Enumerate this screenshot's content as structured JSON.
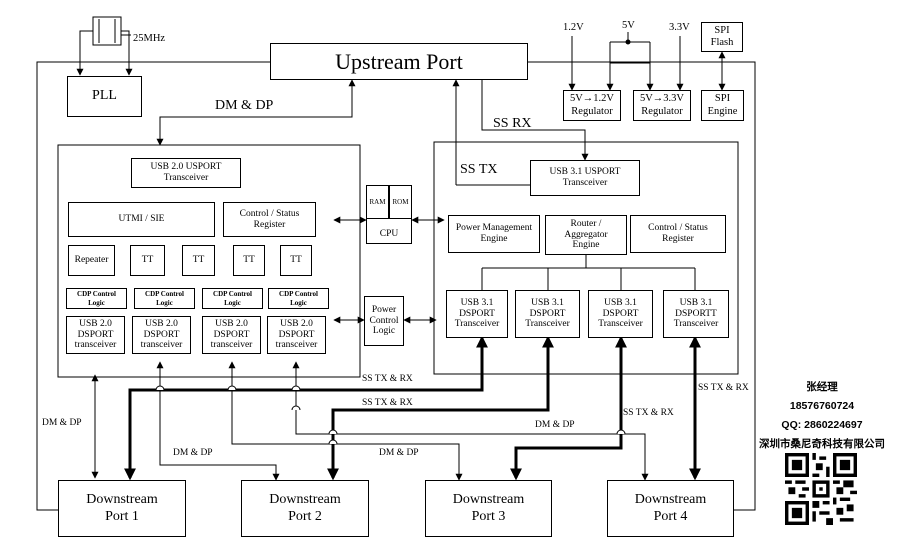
{
  "labels": {
    "clock": "25MHz",
    "pll": "PLL",
    "upstream": "Upstream Port",
    "v12": "1.2V",
    "v5": "5V",
    "v33": "3.3V",
    "spi_flash": "SPI\nFlash",
    "reg12": "5V→1.2V\nRegulator",
    "reg33": "5V→3.3V\nRegulator",
    "spi_engine": "SPI\nEngine",
    "dm_dp_top": "DM & DP",
    "ss_rx": "SS RX",
    "ss_tx": "SS TX",
    "usb20_usport": "USB 2.0 USPORT\nTransceiver",
    "utmi": "UTMI / SIE",
    "ctrl_status_left": "Control / Status\nRegister",
    "repeater": "Repeater",
    "tt": [
      "TT",
      "TT",
      "TT",
      "TT"
    ],
    "cdp": [
      "CDP Control\nLogic",
      "CDP Control\nLogic",
      "CDP Control\nLogic",
      "CDP Control\nLogic"
    ],
    "usb20_ds": [
      "USB 2.0\nDSPORT\ntransceiver",
      "USB 2.0\nDSPORT\ntransceiver",
      "USB 2.0\nDSPORT\ntransceiver",
      "USB 2.0\nDSPORT\ntransceiver"
    ],
    "ram": "RAM",
    "rom": "ROM",
    "cpu": "CPU",
    "power_ctrl": "Power\nControl\nLogic",
    "usb31_usport": "USB 3.1 USPORT\nTransceiver",
    "power_mgmt": "Power Management\nEngine",
    "router": "Router /\nAggregator\nEngine",
    "ctrl_status_right": "Control / Status\nRegister",
    "usb31_ds": [
      "USB 3.1\nDSPORT\nTransceiver",
      "USB 3.1\nDSPORT\nTransceiver",
      "USB 3.1\nDSPORT\nTransceiver",
      "USB 3.1\nDSPORTT\nTransceiver"
    ],
    "ds_ports": [
      "Downstream\nPort 1",
      "Downstream\nPort 2",
      "Downstream\nPort 3",
      "Downstream\nPort 4"
    ],
    "ss_txrx_1": "SS TX & RX",
    "ss_txrx_2": "SS TX & RX",
    "ss_txrx_3": "SS TX & RX",
    "ss_txrx_4": "SS TX & RX",
    "dm_dp_left": "DM & DP",
    "dm_dp_mid1": "DM & DP",
    "dm_dp_mid2": "DM & DP",
    "dm_dp_mid3": "DM & DP"
  },
  "contact": {
    "name": "张经理",
    "phone": "18576760724",
    "qq": "QQ:  2860224697",
    "company": "深圳市桑尼奇科技有限公司"
  },
  "qr_icon": "qr-code-icon"
}
